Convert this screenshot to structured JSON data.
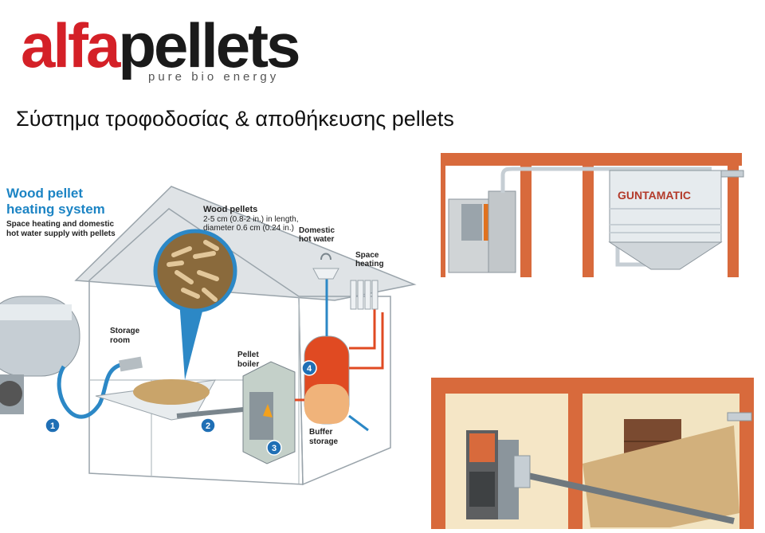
{
  "logo": {
    "brand_red": "alfa",
    "brand_dark": "pellets",
    "tagline": "pure bio energy"
  },
  "title": "Σύστημα τροφοδοσίας & αποθήκευσης pellets",
  "diagram": {
    "heading_line1": "Wood pellet",
    "heading_line2": "heating system",
    "sub_line1": "Space heating and domestic",
    "sub_line2": "hot water supply with pellets",
    "pellets_label": "Wood pellets",
    "pellets_desc1": "2-5 cm (0.8-2 in.) in length,",
    "pellets_desc2": "diameter 0.6 cm (0.24 in.)",
    "dhw_line1": "Domestic",
    "dhw_line2": "hot water",
    "space_line1": "Space",
    "space_line2": "heating",
    "storage_line1": "Storage",
    "storage_line2": "room",
    "boiler_line1": "Pellet",
    "boiler_line2": "boiler",
    "buffer_line1": "Buffer",
    "buffer_line2": "storage",
    "markers": [
      "1",
      "2",
      "3",
      "4"
    ]
  },
  "silo": {
    "brand": "GUNTAMATIC"
  },
  "colors": {
    "accent_blue": "#1c84c4",
    "brand_red": "#d42027",
    "brick": "#d86a3c",
    "marker_blue": "#1f6fb5"
  }
}
